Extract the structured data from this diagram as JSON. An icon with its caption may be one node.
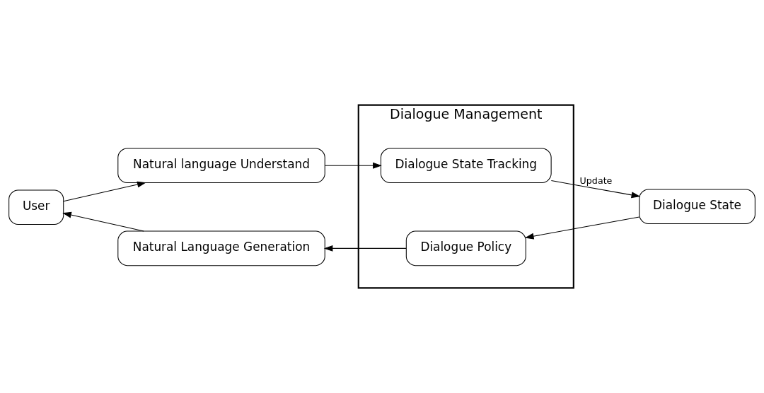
{
  "diagram": {
    "nodes": [
      {
        "text": [
          "User"
        ]
      },
      {
        "text": [
          "Natural language Understand"
        ]
      },
      {
        "text": [
          "Dialogue Management"
        ]
      },
      {
        "text": [
          "Dialogue State Tracking"
        ],
        "in": 2
      },
      {
        "text": [
          "Dialogue Policy"
        ],
        "in": 2
      },
      {
        "text": [
          "Dialogue State"
        ]
      },
      {
        "text": [
          "Natural Language Generation"
        ]
      }
    ],
    "edges": [
      {
        "from": 0,
        "to": 1,
        "arrow": "to"
      },
      {
        "from": 1,
        "to": 3,
        "arrow": "to"
      },
      {
        "from": 3,
        "to": 5,
        "arrow": "to",
        "label": "Update"
      },
      {
        "from": 5,
        "to": 4,
        "arrow": "to"
      },
      {
        "from": 4,
        "to": 6,
        "arrow": "to"
      },
      {
        "from": 6,
        "to": 0,
        "arrow": "to"
      }
    ]
  }
}
